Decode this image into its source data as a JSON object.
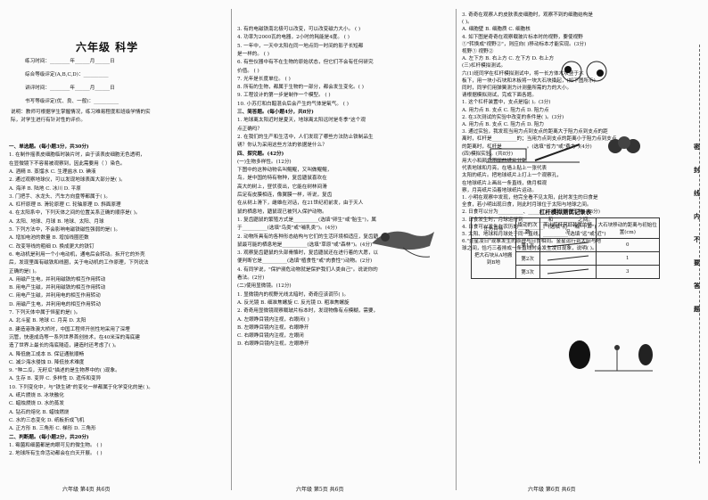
{
  "title": "六年级  科学",
  "header_fields": [
    "练习时间：________年______月______日",
    "综合等级评定(A,B,C,D)：__________",
    "讲评时间：________年______月______日",
    "书写等级评定(优、良、一般)：__________"
  ],
  "notice": [
    "说明：教师可根据学生掌握情况，练习难易程度和班级学情的实",
    "际，对学生进行有针对性的评价。"
  ],
  "col1_lines": [
    "一、单选题。(每小题3分，共30分)",
    "1. 在制作摇表皮细胞临时装片时，由于该表皮细胞无色透明，",
    "在显微镜下不容易被观察到，因此需要用（      ）染色。",
    "A. 酒精      B. 蒸馏水      C. 生理盐水      D. 碘液",
    "2. 通过观察地球仪，可以发现地球表面大部分是(       )。",
    "A. 海洋        B. 陆地        C. 冰川        D. 平原",
    "3. 门把手、水龙头、汽车方向盘等都属于(       )。",
    "A. 杠杆原理      B. 滑轮原理      C. 轮轴原理      D. 斜面原理",
    "4. 在太阳系中，下列天体之间的位置关系正确的顺序是(       )。",
    "A. 太阳、地球、月球      B. 地球、太阳、月球",
    "5. 下列方法中，不会影响电磁铁磁性强弱的是(       )。",
    "A. 增加电池的数量        B. 增加线圈匝数",
    "C. 改变导线的粗细        D. 换成更大的铁钉",
    "6. 电动机是利用一个小电动机，通电后会转动。拆开它的外壳",
    "后，发现里面有磁铁和线圈，关于电动机的工作原理，下列说法",
    "正确的是(       )。",
    "A. 用磁产生电，并利用磁铁的相互作用转动",
    "B. 用电产生磁，并利用磁铁的相互作用转动",
    "C. 用电产生磁，并利用电的相互作用转动",
    "D. 用磁产生电，并利用电的相互作用转动",
    "7. 下列天体中属于恒星的是(       )。",
    "A. 北斗星        B. 地球        C. 月亮        D. 太阳",
    "8. 建造港珠澳大桥时，中国工程师开创性地采用了深埋",
    "沉管，快速成岛等一系列世界首创技术，在40米深的海底建",
    "造了世界上最长的海底隧道，建造时还考虑了(       )。",
    "A. 降低施工成本          B. 保证通航顺畅",
    "C. 减少海水侵蚀          D. 降低技术难度",
    "9. \"种二瓜，无籽瓜\"描述的是生物界中的(       )现象。",
    "A. 生存        B. 变异        C. 多样性        D. 遗传和变异",
    "10. 下列变化中，与\"铁生锈\"的变化一样都属于化学变化的是(       )。",
    "A. 纸片燃烧              B. 冰块融化",
    "C. 蜡烛燃烧              D. 水的蒸发",
    "A. 钻石的熔化            B. 蜡烛燃烧",
    "C. 水的三态变化          D. 纸板折成飞机",
    "A. 正方形        B. 三角形        C. 梯形        D. 三角形",
    "二、判断题。(每小题2分，共20分)",
    "1. 霉菌和细菌都是肉眼可见的微生物。              (       )",
    "2. 地球所有生命活动都会在白天开展。              (       )"
  ],
  "col2_lines": [
    "3. 有的电磁铁南北极可以改变，可以改变磁力大小。  (       )",
    "4. 功率为2000瓦的电器，2小时的耗能是4度。       (       )",
    "5. 一年中，一天中太阳在同一地点同一时间的影子长短都",
    "是一样的。                                        (       )",
    "6. 有些仪器中有不在生物的原始状态，但它们不会有任何研究",
    "价值。                                            (       )",
    "7. 光年是长度单位。                              (       )",
    "8. 所有的生物，都属于生物的一部分，都会发生变化。(       )",
    "9. 工程设计的第一步是制作一个模型。              (       )",
    "10. 小苏打和白醋混合后会产生的气体是氧气。       (       )",
    "三、简答题。(每小题4分，共8分)",
    "1. 地球离太阳近时是夏天，地球离太阳远时是冬季\"这个观",
    "点正确吗？",
    "2. 在我们的生产和生活中，人们发现了哪些方法防止铁制品生",
    "锈？你认为采用这些方法的依据是什么？",
    "四、探究题。(42分)",
    "(一)生物多样性。(12分)",
    "下图中的这种动物名叫鲲鲲，又叫做鲲鲲，",
    "鸟，是中国的特有物种，复齿鼯鼠喜欢在",
    "高大的树上，昼伏夜出，它能在树林间滑",
    "后足有皮膜相连，像翼膜一样，听说，复齿",
    "在从树上滑下，雌雄在对话，在21世纪初前发，由于天人",
    "鼠的栖息地，鼯鼠现已被列入保护动物。",
    "1. 复齿鼯鼠的繁殖方式是__________(选填\"卵生\"或\"胎生\")，属",
    "于__________(选填\"鸟类\"或\"哺乳类\")。(4分)",
    "2. 动物所具有的各种形态结构与它们的生活环境相适应，复齿鼯",
    "鼠最可能的栖息地是__________(选填\"草原\"或\"森林\")。(4分)",
    "3. 观察复齿鼯鼠的头部骨骼时，复齿鼯鼠还在进行着的大愿，以",
    "便判断它是__________(选填\"植食性\"或\"肉食性\")动物。(2分)",
    "4. 有同学说，\"保护濒危动物就是保护我们人类自己\"。说说你的",
    "看法。(2分)",
    "(二)使用显微镜。(12分)",
    "1. 显微镜内的视野光线太暗时，奇奇应该调节(       )。",
    "A. 反光镜      B. 细准焦螺旋      C. 反光镜      D. 粗准焦螺旋",
    "2. 奇奇用显微镜观察载玻片标本时，发现物像有点模糊，需要，",
    "A. 左眼睁目镜内注视，右眼闭(       )",
    "B. 左眼睁目镜内注视，右眼睁开",
    "C. 右眼睁目镜内注视，左眼闭",
    "D. 右眼睁目镜内注视，左眼睁开"
  ],
  "col3_lines": [
    "3. 奇奇在观察人的皮肤表皮细胞时，观察不到的细胞结构是",
    "(       )。",
    "A. 细胞壁      B. 细胞质      C. 细胞核",
    "4. 如下图是奇奇在观察载玻片标本时的视野，要使视野",
    "①\"转换成\"视野②\"，则应向(       )移动标本才能实现。(3分)",
    "视野①        视野②",
    "A. 左下方    B. 右上方    C. 左下方    D. 右上方",
    "(三)杠杆模拟测试。",
    "六(1)班同学在杠杆模拟测试中，将一长方体木块竖于木",
    "板下，用一块小石块和木板将一块大石块撬起，(如下图所示)",
    "同时，同学们用弹簧测力计测量所需的力的大小。",
    "请根据模拟测试，完成下面各题。",
    "1. 这个杠杆装置中，支点是指(       )。(3分)",
    "A. 用力点      B. 支点      C. 阻力点      D. 阻力点",
    "2. 在3次测试的实验中改变的条件是(       )。(3分)",
    "A. 用力点      B. 支点      C. 阻力点      D. 阻力",
    "3. 通过实验，我发现当用力点到支点的距离大于阻力点到支点的距",
    "离时，杠杆是__________的；当用力点到支点的距离小于阻力点到支点",
    "的距离时，杠杆是__________。(选填\"省力\"或\"费力\")(4分)",
    "(四)模拟实验。(共8分)",
    "用大小和颜色不同的纸片分别",
    "代表地球和月亮，在墙上贴上一张代表",
    "太阳的纸片。把地球纸片上打上一个观察孔，",
    "在地球纸片上画出一条直线，做月相观",
    "察，月亮纸片沿着地球纸片运动。",
    "1. 小明在观察中发现，他完全看不见太阳，此时发生的日食是",
    "全食，若小明出现日食，则此时月球位于太阳与地球之间。",
    "2. 日食可以分为__________、__________和日环食三种。(3分)",
    "3. 日食发生时，月球运行到__________和__________之间。",
    "4. 日食可以发生在农历的__________。(选填\"初一\"或\"十五\")",
    "5. 太阳、地球和月球处于同一直线，__________(选填\"远\"或\"近\")",
    "6.\"金星凌日\"现象发生的原理与日食相同。金星运行到太阳与地",
    "球之间，恰巧三者排成一条直线时会发生凌日现象，说明(       )。"
  ],
  "table": {
    "title": "杠杆模拟测试记录表",
    "headers": [
      "任务目标",
      "撬动的次数",
      "画出杠杆尺杆装置的情况",
      "大石块移动的距离与初始位置(cm)"
    ],
    "task": "把大石块从A地搬到B地",
    "rows": [
      {
        "n": "第1次",
        "d": "0"
      },
      {
        "n": "第2次",
        "d": "1"
      },
      {
        "n": "第3次",
        "d": "3"
      }
    ]
  },
  "footers": [
    "六年级    第4页    共6页",
    "六年级    第5页    共6页",
    "六年级    第6页    共6页"
  ],
  "side_strip": [
    "密",
    "封",
    "线",
    "内",
    "不",
    "要",
    "答",
    "题"
  ]
}
